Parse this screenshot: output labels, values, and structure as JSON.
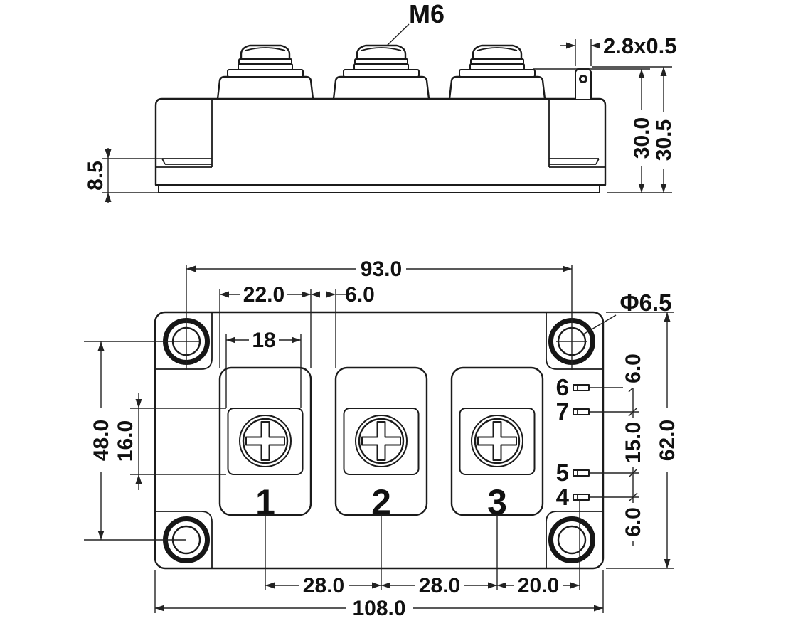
{
  "drawing": {
    "side_view": {
      "thread_label": "M6",
      "tab_size": "2.8x0.5",
      "height_terminal_surface": "30.0",
      "height_tab_top": "30.5",
      "flange_step_height": "8.5"
    },
    "plan_view": {
      "hole_pitch_x": "93.0",
      "terminal_block_width": "22.0",
      "terminal_block_gap": "6.0",
      "pad_width": "18",
      "hole_diameter": "Φ6.5",
      "pin_gap_6_7": "6.0",
      "pin_gap_7_5": "15.0",
      "pin_gap_5_4": "6.0",
      "body_height": "62.0",
      "hole_pitch_y": "48.0",
      "pad_height": "16.0",
      "pitch_t1_t2": "28.0",
      "pitch_t2_t3": "28.0",
      "pitch_t3_pins": "20.0",
      "body_width": "108.0",
      "terminal_numbers": [
        "1",
        "2",
        "3"
      ],
      "pin_numbers": [
        "6",
        "7",
        "5",
        "4"
      ]
    }
  },
  "colors": {
    "line": "#1b1b1b",
    "dim": "#222222",
    "background": "#ffffff"
  }
}
